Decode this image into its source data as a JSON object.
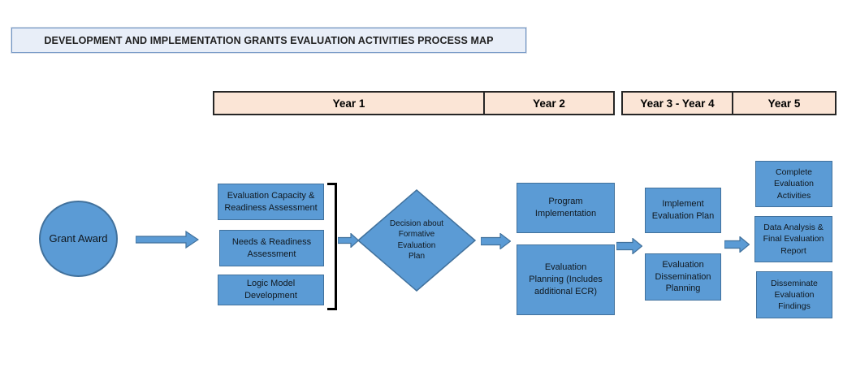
{
  "title": {
    "label": "DEVELOPMENT AND IMPLEMENTATION GRANTS EVALUATION ACTIVITIES PROCESS MAP"
  },
  "timeline": {
    "headers": [
      "Year 1",
      "Year 2",
      "Year 3 - Year 4",
      "Year 5"
    ]
  },
  "flow": {
    "start_circle": "Grant Award",
    "year1_boxes": [
      "Evaluation Capacity & Readiness Assessment",
      "Needs & Readiness Assessment",
      "Logic Model Development"
    ],
    "decision_diamond": {
      "lines": [
        "Decision about",
        "Formative",
        "Evaluation",
        "Plan"
      ]
    },
    "year2_boxes": [
      "Program Implementation",
      "Evaluation Planning (Includes additional ECR)"
    ],
    "year34_boxes": [
      "Implement Evaluation Plan",
      "Evaluation Dissemination Planning"
    ],
    "year5_boxes": [
      "Complete Evaluation Activities",
      "Data Analysis & Final Evaluation Report",
      "Disseminate Evaluation Findings"
    ]
  },
  "colors": {
    "node_fill": "#5b9bd5",
    "node_border": "#41719c",
    "node_text": "#10181f",
    "header_fill": "#fbe5d6",
    "header_border": "#262626",
    "banner_fill": "#e8eef8",
    "banner_border": "#6f94c4",
    "title_text": "#1f1f1f",
    "bracket_color": "#000000"
  }
}
